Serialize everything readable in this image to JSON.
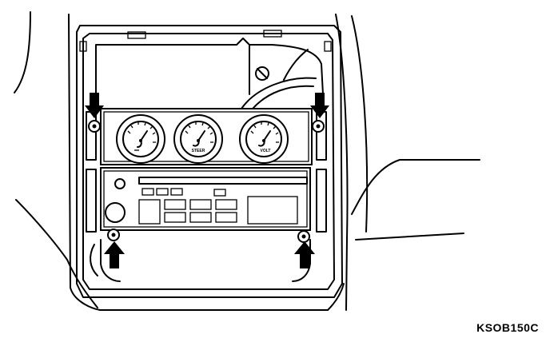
{
  "reference_code": "KSOB150C",
  "gauges": [
    {
      "id": "gauge-left",
      "label": ""
    },
    {
      "id": "gauge-center",
      "label": "STEER"
    },
    {
      "id": "gauge-right",
      "label": "VOLT"
    }
  ],
  "colors": {
    "ink": "#000000",
    "paper": "#ffffff"
  }
}
